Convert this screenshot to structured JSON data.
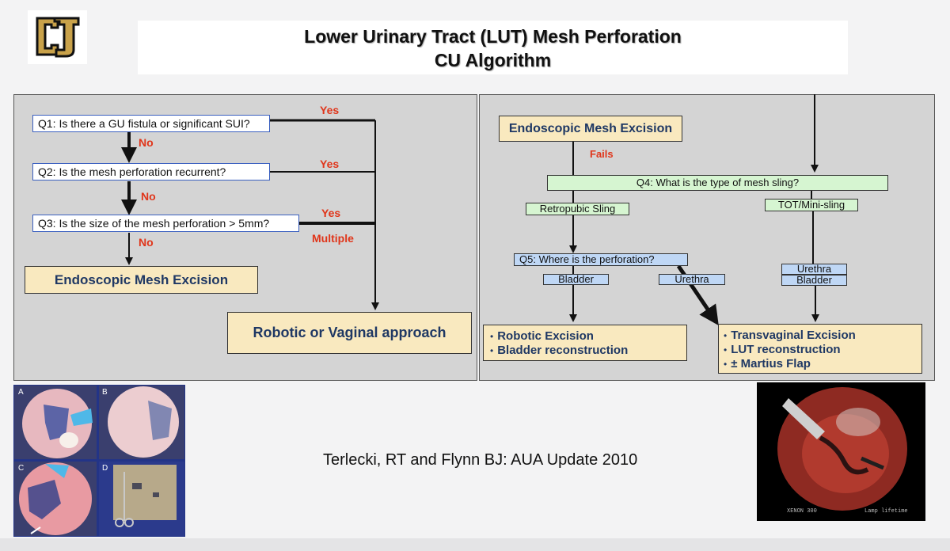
{
  "header": {
    "title_line1": "Lower Urinary Tract (LUT) Mesh Perforation",
    "title_line2": "CU Algorithm",
    "logo_alt": "CU logo"
  },
  "left_panel": {
    "q1": "Q1: Is there a GU fistula or significant SUI?",
    "q2": "Q2: Is the mesh perforation recurrent?",
    "q3": "Q3: Is the size of the mesh perforation > 5mm?",
    "yes1": "Yes",
    "yes2": "Yes",
    "yes3": "Yes",
    "multiple": "Multiple",
    "no1": "No",
    "no2": "No",
    "no3": "No",
    "endoscopic": "Endoscopic Mesh Excision",
    "robotic_vaginal": "Robotic or Vaginal approach"
  },
  "right_panel": {
    "endoscopic": "Endoscopic Mesh Excision",
    "fails": "Fails",
    "q4": "Q4: What is the type of mesh sling?",
    "retropubic": "Retropubic Sling",
    "tot": "TOT/Mini-sling",
    "q5": "Q5: Where is the perforation?",
    "bladder_left": "Bladder",
    "urethra_left": "Urethra",
    "urethra_right": "Urethra",
    "bladder_right": "Bladder",
    "outcome_left": [
      "Robotic Excision",
      "Bladder reconstruction"
    ],
    "outcome_right": [
      "Transvaginal Excision",
      "LUT reconstruction",
      "± Martius Flap"
    ]
  },
  "photos": {
    "panel_labels": [
      "A",
      "B",
      "C",
      "D"
    ],
    "overlay_left": "XENON 300",
    "overlay_right": "Lamp lifetime"
  },
  "citation": "Terlecki, RT and Flynn BJ: AUA Update 2010",
  "colors": {
    "red_label": "#e0351a",
    "box_yellow": "#f9e9bf",
    "box_green": "#d6f5d1",
    "box_blue": "#bfd7f5",
    "navy_text": "#1f3864"
  }
}
